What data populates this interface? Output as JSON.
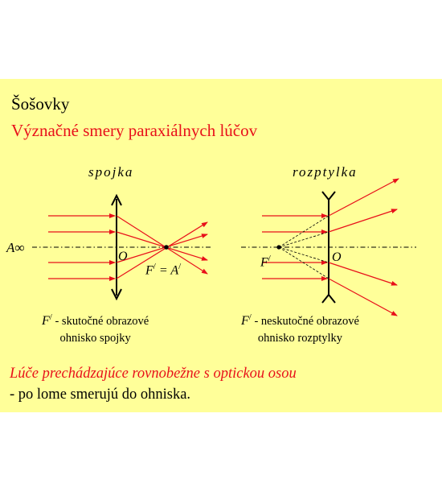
{
  "slide": {
    "title": "Šošovky",
    "subtitle": "Význačné smery paraxiálnych lúčov",
    "footer_red": "Lúče prechádzajúce rovnobežne s optickou osou",
    "footer_black": "- po lome smerujú do ohniska."
  },
  "left_lens": {
    "label": "spojka",
    "axis_label": "A∞",
    "center_label": "O",
    "focus_label": "F",
    "focus_prime": "/",
    "focus_equals": " = A",
    "image_prime": "/",
    "caption_symbol": "F",
    "caption_prime": "/",
    "caption_line1": " - skutočné obrazové",
    "caption_line2": "ohnisko spojky"
  },
  "right_lens": {
    "label": "rozptylka",
    "center_label": "O",
    "focus_label": "F",
    "focus_prime": "/",
    "caption_symbol": "F",
    "caption_prime": "/",
    "caption_line1": " - neskutočné obrazové",
    "caption_line2": "ohnisko rozptylky"
  },
  "colors": {
    "background": "#ffff99",
    "accent_red": "#e8101a",
    "ray_red": "#e8101a",
    "line_black": "#000000"
  }
}
